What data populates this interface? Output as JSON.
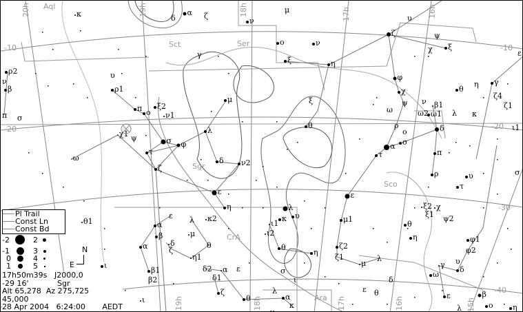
{
  "legend": {
    "items": [
      "Pl Trail",
      "Const Ln",
      "Const Bd"
    ]
  },
  "magnitudes": [
    "-2",
    "-1",
    "0",
    "1",
    "2",
    "3",
    "4",
    "5"
  ],
  "compass": {
    "north": "N",
    "east": "E"
  },
  "info": {
    "ra": "17h50m39s",
    "epoch": "J2000,0",
    "dec": "-29 16'",
    "constellation": "Sgr",
    "altaz": "Alt 65,278  Az 275,725",
    "fov": "45,000",
    "date": "28 Apr 2004   6:24:00",
    "timezone": "AEDT"
  },
  "grid_labels": {
    "ra": [
      "20h",
      "19h",
      "18h",
      "17h",
      "16h",
      "19h",
      "18h",
      "17h",
      "16h",
      "15h"
    ],
    "dec": [
      "-10",
      "-20",
      "-10",
      "-20",
      "-30",
      "-40"
    ]
  },
  "constellations": [
    "Aql",
    "Sct",
    "Ser",
    "Sgr",
    "CrA",
    "Sco",
    "Ara"
  ],
  "star_labels": [
    "κ",
    "α",
    "δ",
    "ζ",
    "ν",
    "γ",
    "ρ2",
    "ν",
    "β",
    "υ",
    "ρ1",
    "π",
    "ο",
    "ξ2",
    "ν1",
    "μ",
    "π",
    "σ",
    "χ1",
    "ψ",
    "σ",
    "φ",
    "λ",
    "τ",
    "ω",
    "μ",
    "υ",
    "ζ",
    "ψ",
    "χ",
    "ξ",
    "ο",
    "ν",
    "ξ",
    "η",
    "φ",
    "χ",
    "θ",
    "η",
    "γ",
    "ζ4",
    "ζ1",
    "ξ",
    "ψ",
    "ν",
    "β1",
    "ω",
    "ω2",
    "ω1",
    "λ",
    "κ",
    "ι1",
    "θ",
    "ρ",
    "ο",
    "δ",
    "α",
    "σ",
    "π",
    "τ",
    "ε",
    "ζ",
    "δ",
    "ν2",
    "ε",
    "η",
    "ε",
    "λ",
    "κ2",
    "α",
    "β",
    "δ",
    "μ",
    "θ",
    "α",
    "ζ",
    "η1",
    "β1",
    "β2",
    "δ2",
    "α",
    "ε",
    "δ1",
    "ζ",
    "ι",
    "θ",
    "α",
    "λ",
    "κ",
    "μ",
    "λ",
    "υ",
    "κ",
    "ι1",
    "ι2",
    "θ",
    "η",
    "σ",
    "ι",
    "ρ",
    "υ",
    "τ",
    "σ",
    "ε",
    "μ1",
    "ξ2",
    "χ",
    "ξ1",
    "ψ2",
    "θ",
    "η",
    "φ1",
    "φ2",
    "ζ2",
    "ζ1",
    "λ",
    "μ",
    "γ",
    "υ",
    "δ",
    "ω",
    "ε",
    "θ",
    "δ",
    "ε",
    "β",
    "λ",
    "ο",
    "η",
    "θ1",
    "ι"
  ]
}
